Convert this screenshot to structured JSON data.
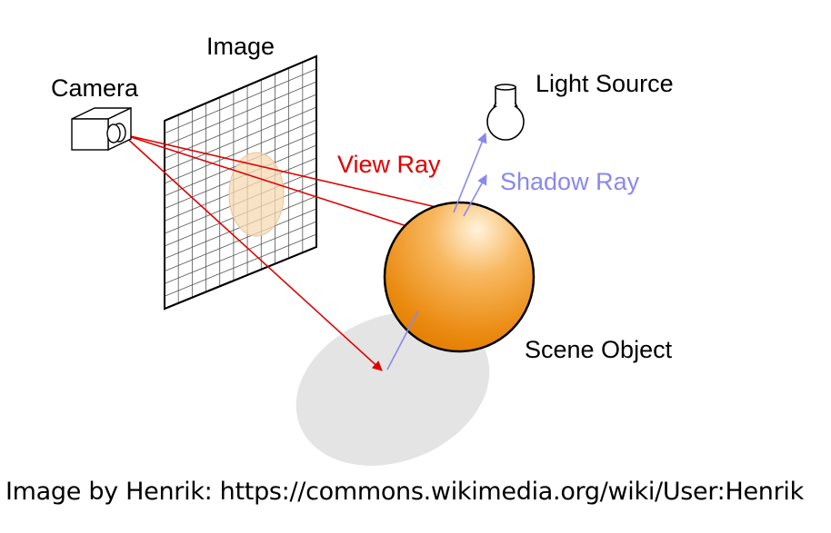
{
  "labels": {
    "image": "Image",
    "camera": "Camera",
    "light_source": "Light Source",
    "view_ray": "View Ray",
    "shadow_ray": "Shadow Ray",
    "scene_object": "Scene Object"
  },
  "caption": "Image by Henrik: https://commons.wikimedia.org/wiki/User:Henrik",
  "colors": {
    "view_ray": "#e00000",
    "shadow_ray": "#8888ee",
    "sphere_light": "#ffe6c0",
    "sphere_mid": "#f6a030",
    "sphere_dark": "#e07c00",
    "shadow": "#e4e4e4",
    "grid": "#000000"
  }
}
